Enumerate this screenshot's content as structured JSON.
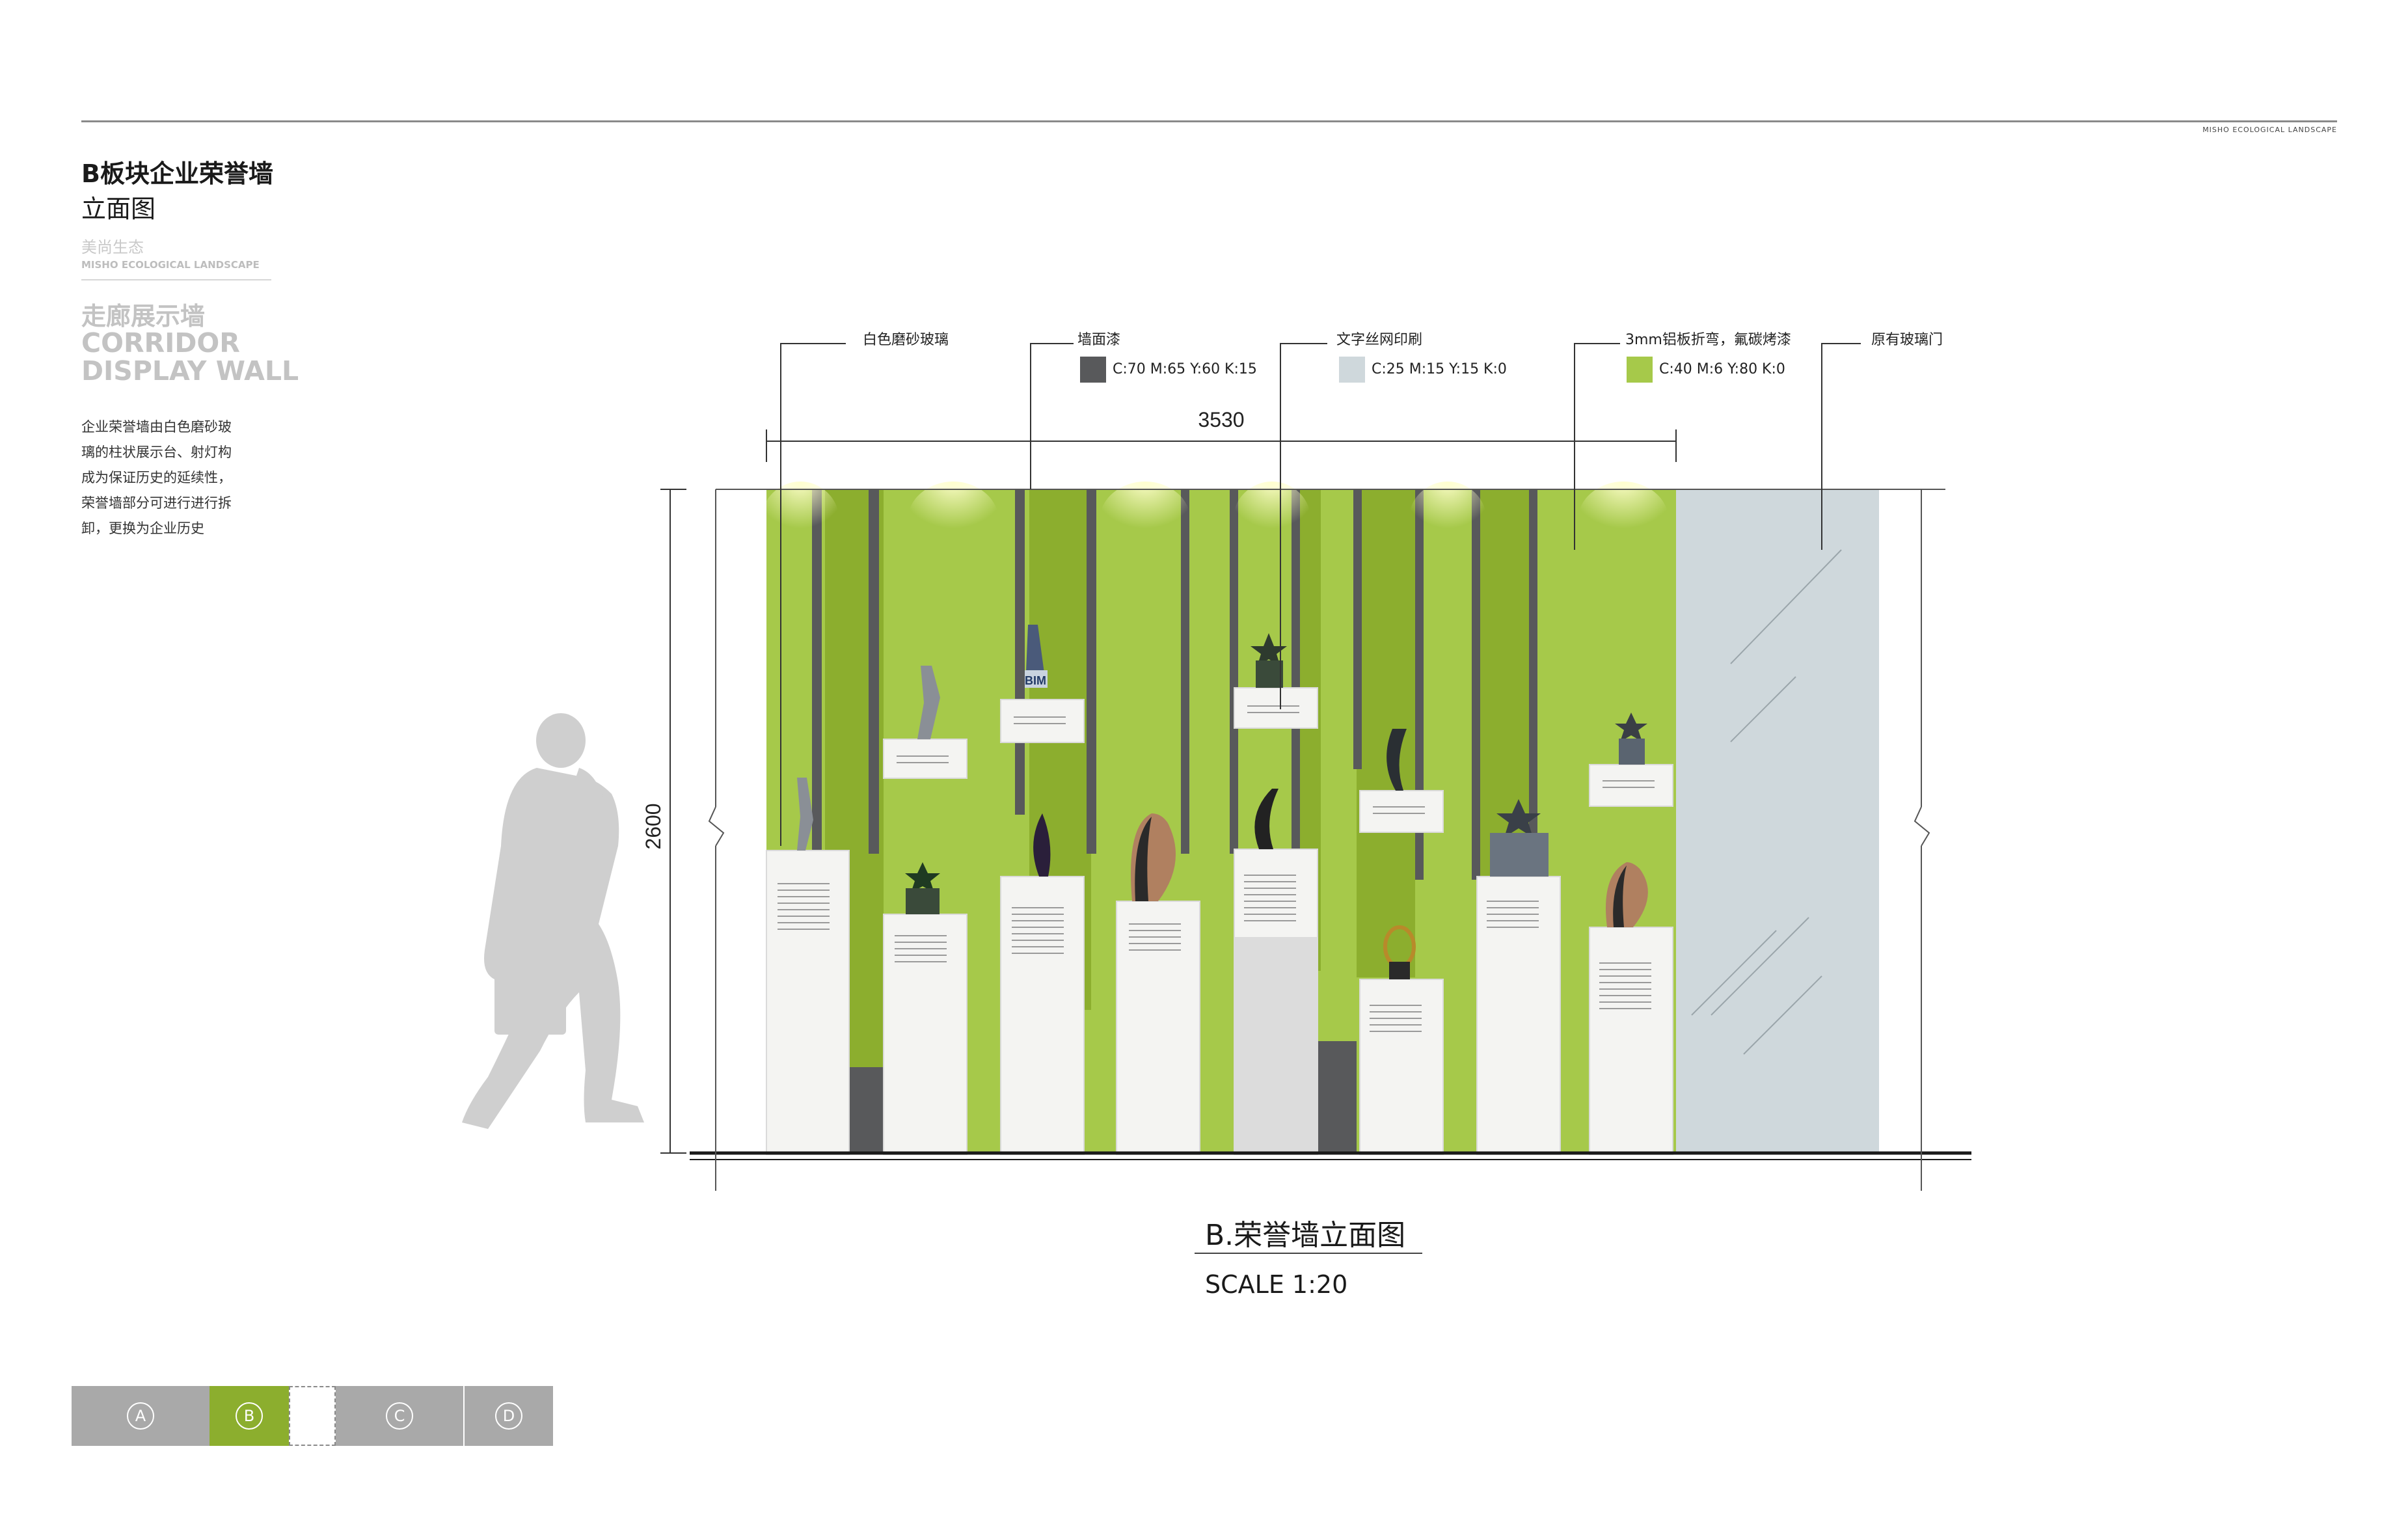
{
  "header": {
    "brand_right": "MISHO ECOLOGICAL LANDSCAPE"
  },
  "sidebar": {
    "title_line1": "B板块企业荣誉墙",
    "title_line2": "立面图",
    "brand_cn": "美尚生态",
    "brand_en": "MISHO ECOLOGICAL LANDSCAPE",
    "section_cn": "走廊展示墙",
    "section_en_line1": "CORRIDOR",
    "section_en_line2": "DISPLAY WALL",
    "description_lines": [
      "企业荣誉墙由白色磨砂玻",
      "璃的柱状展示台、射灯构",
      "成为保证历史的延续性，",
      "荣誉墙部分可进行进行拆",
      "卸，更换为企业历史"
    ]
  },
  "drawing": {
    "width_dim": "3530",
    "height_dim": "2600",
    "callouts": [
      {
        "label": "白色磨砂玻璃",
        "swatch": null,
        "spec": ""
      },
      {
        "label": "墙面漆",
        "swatch": "#58595b",
        "spec": "C:70 M:65 Y:60 K:15"
      },
      {
        "label": "文字丝网印刷",
        "swatch": "#cfd8dc",
        "spec": "C:25 M:15 Y:15 K:0"
      },
      {
        "label": "3mm铝板折弯，氟碳烤漆",
        "swatch": "#a6c94a",
        "spec": "C:40 M:6 Y:80 K:0"
      },
      {
        "label": "原有玻璃门",
        "swatch": null,
        "spec": ""
      }
    ],
    "trophy_label": "BIM",
    "caption": "B.荣誉墙立面图",
    "scale": "SCALE 1:20"
  },
  "colors": {
    "light_green": "#a6c94a",
    "dark_green": "#8cae2e",
    "dark_gray": "#58595b",
    "glass": "#cfd8dc",
    "white_box": "#f4f4f2",
    "silhouette": "#cfcfcf"
  },
  "nav": {
    "items": [
      {
        "label": "A",
        "active": false
      },
      {
        "label": "B",
        "active": true
      },
      {
        "label": "",
        "active": false
      },
      {
        "label": "C",
        "active": false
      },
      {
        "label": "D",
        "active": false
      }
    ]
  }
}
